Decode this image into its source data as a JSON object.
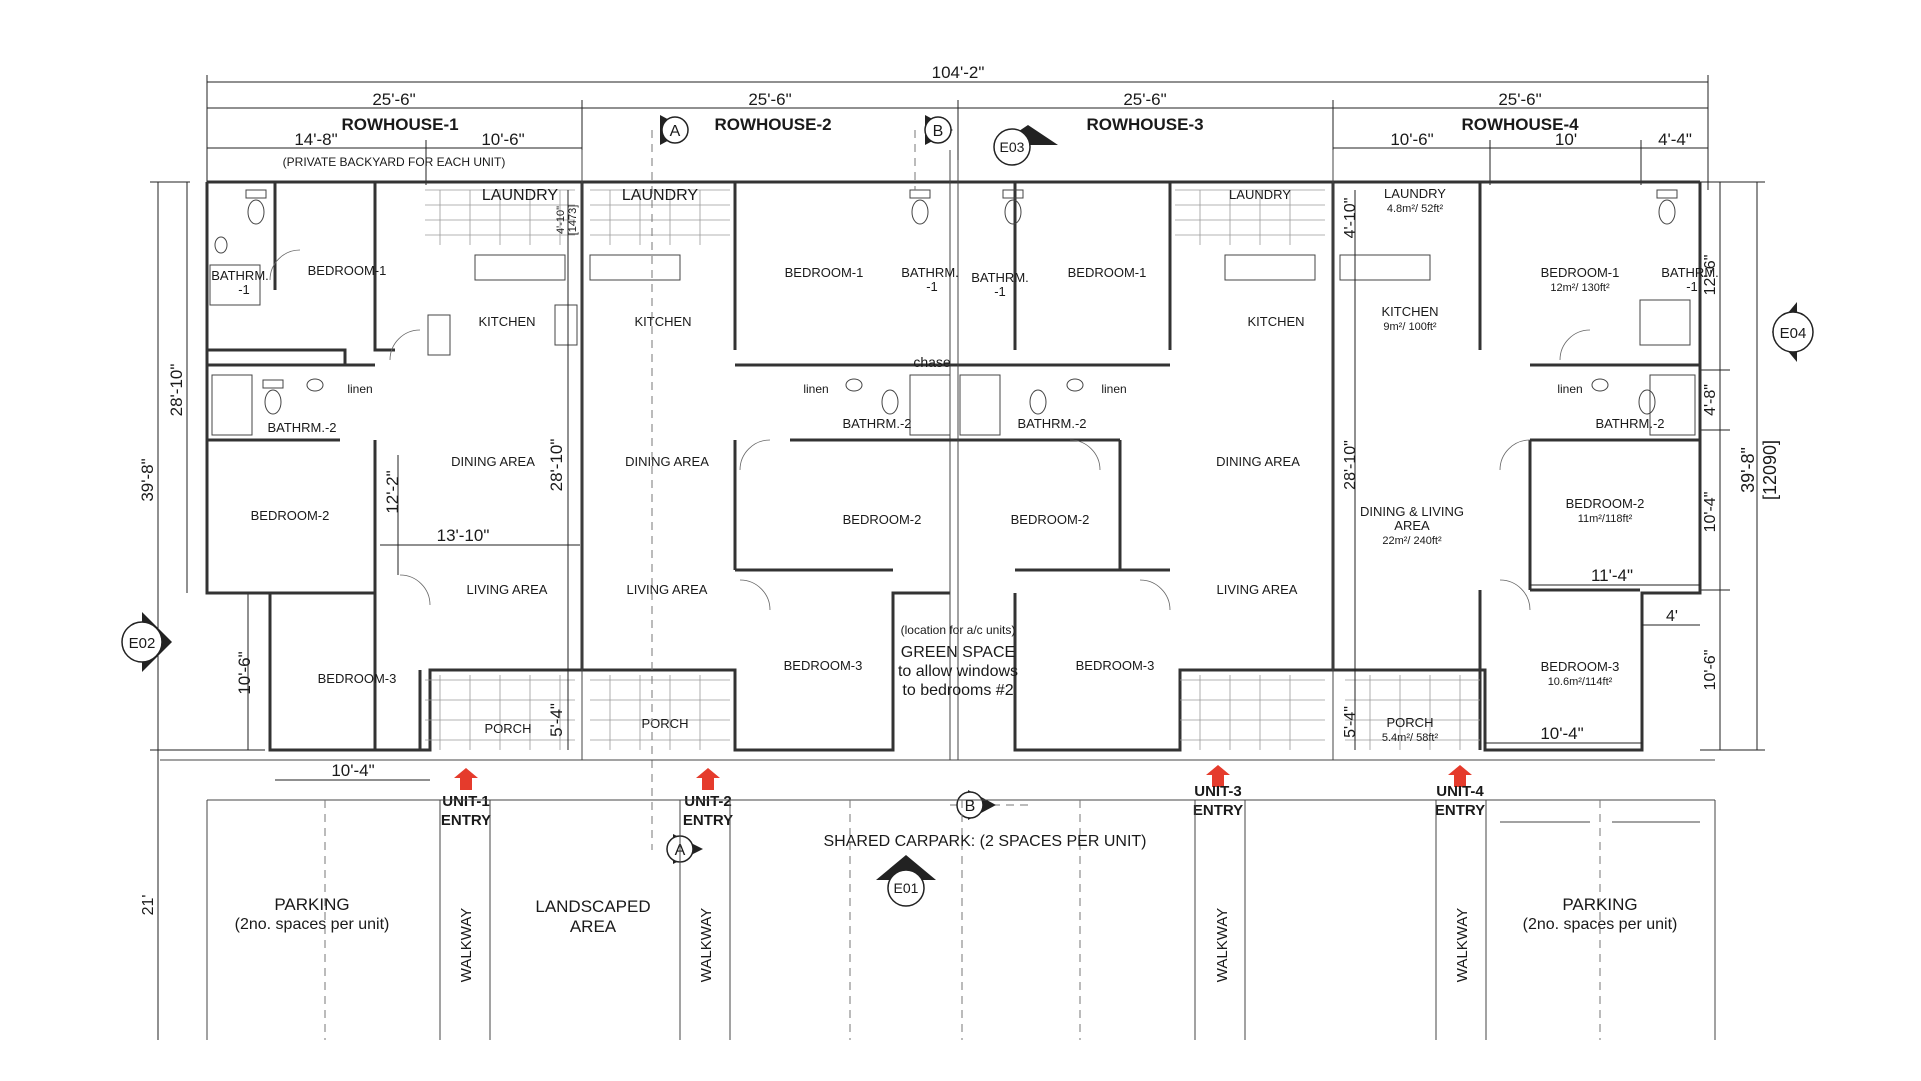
{
  "overall": {
    "width_dim": "104'-2\"",
    "depth_dim": "39'-8\"",
    "depth_mm": "[12090]",
    "depth_dim_left": "39'-8\"",
    "wall_dim_left": "28'-10\""
  },
  "rowhouses": [
    {
      "title": "ROWHOUSE-1",
      "width": "25'-6\""
    },
    {
      "title": "ROWHOUSE-2",
      "width": "25'-6\""
    },
    {
      "title": "ROWHOUSE-3",
      "width": "25'-6\""
    },
    {
      "title": "ROWHOUSE-4",
      "width": "25'-6\""
    }
  ],
  "sub_dims": {
    "rh1_a": "14'-8\"",
    "rh1_b": "10'-6\"",
    "rh4_a": "10'-6\"",
    "rh4_b": "10'",
    "rh4_c": "4'-4\""
  },
  "backyard_note": "(PRIVATE BACKYARD FOR EACH UNIT)",
  "markers": {
    "a": "A",
    "b": "B",
    "e01": "E01",
    "e02": "E02",
    "e03": "E03",
    "e04": "E04"
  },
  "rooms": {
    "laundry": "LAUNDRY",
    "bathroom1": "BATHRM.",
    "bathroom1_num": "-1",
    "bathroom2": "BATHRM.-2",
    "bedroom1": "BEDROOM-1",
    "bedroom2": "BEDROOM-2",
    "bedroom3": "BEDROOM-3",
    "kitchen": "KITCHEN",
    "dining": "DINING AREA",
    "living": "LIVING AREA",
    "porch": "PORCH",
    "linen": "linen",
    "chase": "chase",
    "dining_living": "DINING & LIVING",
    "area_word": "AREA"
  },
  "areas": {
    "laundry4": "4.8m²/ 52ft²",
    "kitchen4": "9m²/ 100ft²",
    "bedroom1_4": "12m²/ 130ft²",
    "dining_living4": "22m²/ 240ft²",
    "bedroom2_4": "11m²/118ft²",
    "bedroom3_4": "10.6m²/114ft²",
    "porch4": "5.4m²/ 58ft²"
  },
  "interior_dims": {
    "d_12_2": "12'-2\"",
    "d_13_10": "13'-10\"",
    "d_28_10": "28'-10\"",
    "d_10_6": "10'-6\"",
    "d_5_4": "5'-4\"",
    "d_10_4": "10'-4\"",
    "d_4_10": "4'-10\"",
    "d_1473": "[1473]",
    "d_12_6": "12'-6\"",
    "d_4_8": "4'-8\"",
    "d_11_4": "11'-4\"",
    "d_4": "4'",
    "d_21": "21'"
  },
  "green_space": {
    "line1": "(location for a/c units)",
    "line2": "GREEN SPACE",
    "line3": "to allow windows",
    "line4": "to bedrooms #2"
  },
  "entries": [
    {
      "unit": "UNIT-1",
      "label": "ENTRY"
    },
    {
      "unit": "UNIT-2",
      "label": "ENTRY"
    },
    {
      "unit": "UNIT-3",
      "label": "ENTRY"
    },
    {
      "unit": "UNIT-4",
      "label": "ENTRY"
    }
  ],
  "site": {
    "carpark": "SHARED  CARPARK: (2 SPACES PER UNIT)",
    "parking": "PARKING",
    "parking_note": "(2no. spaces per unit)",
    "landscaped_1": "LANDSCAPED",
    "landscaped_2": "AREA",
    "walkway": "WALKWAY"
  },
  "colors": {
    "line": "#333333",
    "arrow": "#e53b2c",
    "marker": "#222222"
  }
}
